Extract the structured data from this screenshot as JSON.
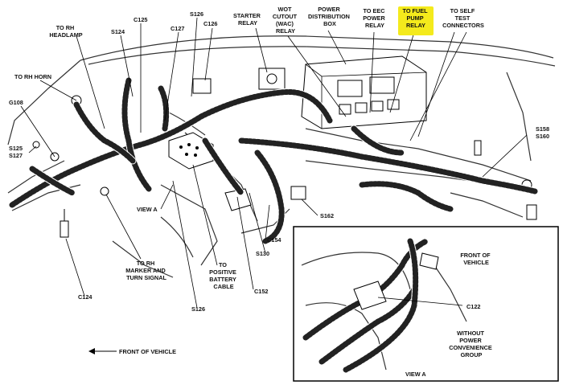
{
  "labels": {
    "to_rh_headlamp": [
      "TO RH",
      "HEADLAMP"
    ],
    "s124": "S124",
    "c125": "C125",
    "s126_top": "S126",
    "c127": "C127",
    "c126": "C126",
    "starter_relay": [
      "STARTER",
      "RELAY"
    ],
    "wot": [
      "WOT",
      "CUTOUT",
      "(WAC)",
      "RELAY"
    ],
    "power_distribution": [
      "POWER",
      "DISTRIBUTION",
      "BOX"
    ],
    "eec": [
      "TO EEC",
      "POWER",
      "RELAY"
    ],
    "fuel_pump": [
      "TO FUEL",
      "PUMP",
      "RELAY"
    ],
    "self_test": [
      "TO SELF",
      "TEST",
      "CONNECTORS"
    ],
    "to_rh_horn": "TO RH HORN",
    "g108": "G108",
    "s125": "S125",
    "s127": "S127",
    "s158": "S158",
    "s160": "S160",
    "view_a_main": "VIEW A",
    "s162": "S162",
    "c154": "C154",
    "s130": "S130",
    "c152": "C152",
    "marker": [
      "TO RH",
      "MARKER AND",
      "TURN SIGNAL"
    ],
    "battery": [
      "TO",
      "POSITIVE",
      "BATTERY",
      "CABLE"
    ],
    "c124": "C124",
    "s126_bottom": "S126",
    "front_of_vehicle_main": "FRONT OF VEHICLE",
    "inset_front": [
      "FRONT OF",
      "VEHICLE"
    ],
    "c122": "C122",
    "without": [
      "WITHOUT",
      "POWER",
      "CONVENIENCE",
      "GROUP"
    ],
    "view_a_inset": "VIEW A"
  },
  "colors": {
    "highlight": "#f4ea1c"
  }
}
